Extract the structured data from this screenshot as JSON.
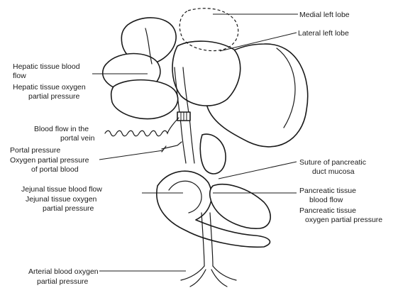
{
  "labels": {
    "medial_left_lobe": "Medial left lobe",
    "lateral_left_lobe": "Lateral left lobe",
    "hepatic_blood_flow_1": "Hepatic tissue blood",
    "hepatic_blood_flow_2": "flow",
    "hepatic_oxygen_1": "Hepatic tissue oxygen",
    "hepatic_oxygen_2": "partial pressure",
    "portal_vein_flow_1": "Blood flow in the",
    "portal_vein_flow_2": "portal vein",
    "portal_pressure": "Portal pressure",
    "portal_oxygen_1": "Oxygen partial pressure",
    "portal_oxygen_2": "of portal blood",
    "suture_1": "Suture of pancreatic",
    "suture_2": "duct mucosa",
    "jejunal_flow": "Jejunal tissue blood flow",
    "jejunal_oxygen_1": "Jejunal tissue oxygen",
    "jejunal_oxygen_2": "partial pressure",
    "pancreatic_flow_1": "Pancreatic tissue",
    "pancreatic_flow_2": "blood flow",
    "pancreatic_oxygen_1": "Pancreatic tissue",
    "pancreatic_oxygen_2": "oxygen partial pressure",
    "arterial_oxygen_1": "Arterial blood oxygen",
    "arterial_oxygen_2": "partial pressure"
  }
}
